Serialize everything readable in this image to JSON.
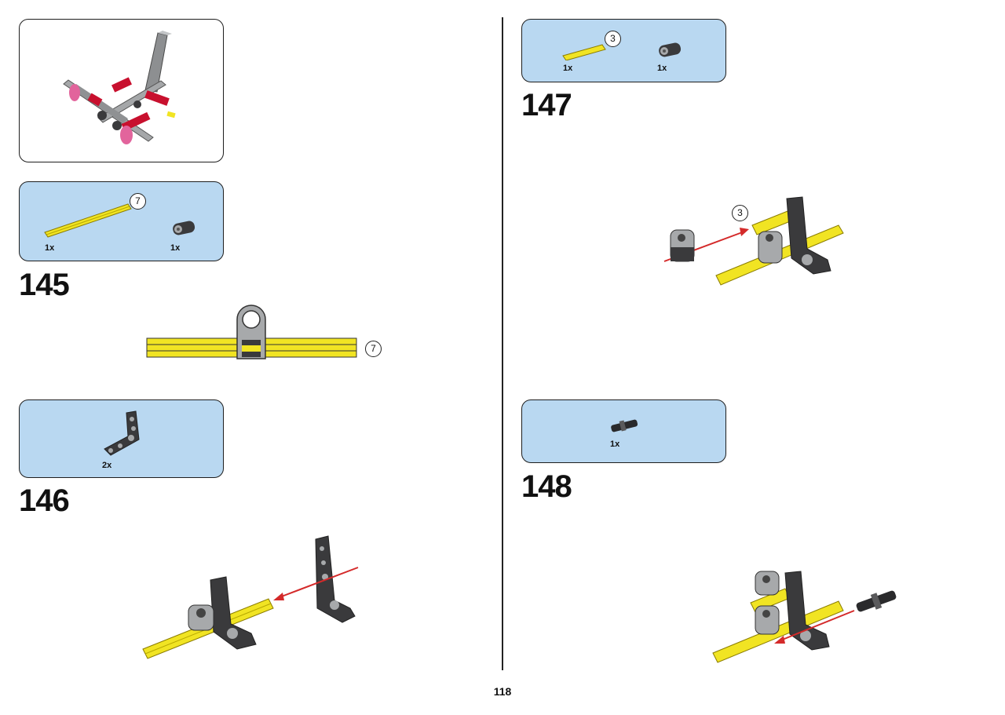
{
  "page_number": "118",
  "left_page": {
    "step_145": {
      "number": "145",
      "parts": [
        {
          "qty": "1x",
          "part": "yellow-axle-7",
          "length": "7"
        },
        {
          "qty": "1x",
          "part": "dark-gray-axle-pin-connector"
        }
      ],
      "axle_length_callout": "7"
    },
    "step_146": {
      "number": "146",
      "parts": [
        {
          "qty": "2x",
          "part": "dark-gray-l-beam"
        }
      ]
    }
  },
  "right_page": {
    "step_147": {
      "number": "147",
      "parts": [
        {
          "qty": "1x",
          "part": "yellow-axle-3",
          "length": "3"
        },
        {
          "qty": "1x",
          "part": "dark-gray-axle-pin-connector"
        }
      ],
      "axle_length_callout": "3"
    },
    "step_148": {
      "number": "148",
      "parts": [
        {
          "qty": "1x",
          "part": "black-axle-joiner"
        }
      ]
    }
  },
  "colors": {
    "panel_blue": "#b9d8f1",
    "axle_yellow": "#f1e423",
    "beam_dark": "#3a3a3c",
    "beam_light": "#a7a9ab",
    "arrow_red": "#d42a2a",
    "model_red": "#c8102e"
  }
}
